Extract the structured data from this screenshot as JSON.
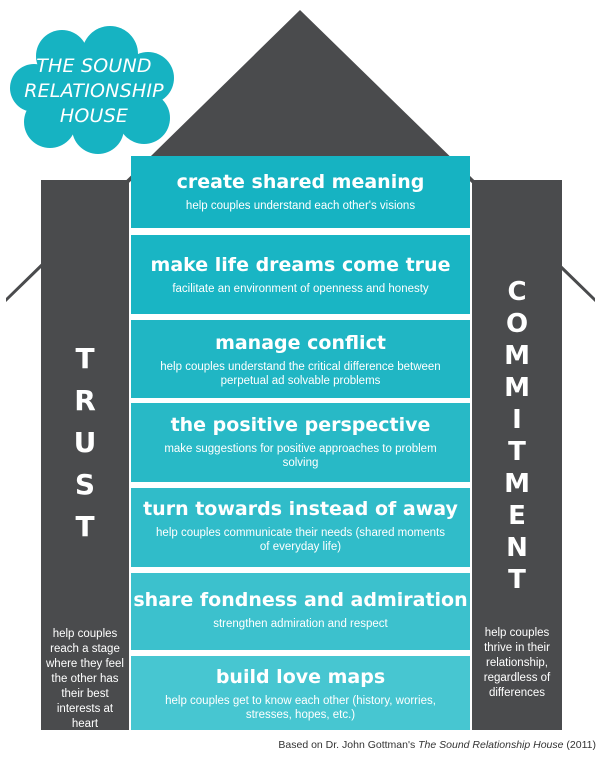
{
  "title": {
    "line1": "THE SOUND",
    "line2": "RELATIONSHIP",
    "line3": "HOUSE"
  },
  "pillars": {
    "left": {
      "letters": [
        "T",
        "R",
        "U",
        "S",
        "T"
      ],
      "caption": "help couples reach a stage where they feel the other has their best interests at heart"
    },
    "right": {
      "letters": [
        "C",
        "O",
        "M",
        "M",
        "I",
        "T",
        "M",
        "E",
        "N",
        "T"
      ],
      "caption": "help couples thrive in their relationship, regardless of differences"
    }
  },
  "floors": [
    {
      "title": "create shared meaning",
      "subtitle": "help couples understand each other's visions"
    },
    {
      "title": "make life dreams come true",
      "subtitle": "facilitate an environment of openness and honesty"
    },
    {
      "title": "manage conflict",
      "subtitle": "help couples understand the critical difference between perpetual ad solvable problems"
    },
    {
      "title": "the positive perspective",
      "subtitle": "make suggestions for positive approaches to problem solving"
    },
    {
      "title": "turn towards instead of away",
      "subtitle": "help couples communicate their needs (shared moments of everyday life)"
    },
    {
      "title": "share fondness and admiration",
      "subtitle": "strengthen admiration and respect"
    },
    {
      "title": "build love maps",
      "subtitle": "help couples get to know each other (history, worries, stresses, hopes, etc.)"
    }
  ],
  "credit": {
    "prefix": "Based on Dr. John Gottman's ",
    "work": "The Sound Relationship House",
    "suffix": " (2011)"
  },
  "colors": {
    "teal": "#16b3c2",
    "pillar": "#4a4b4d"
  }
}
